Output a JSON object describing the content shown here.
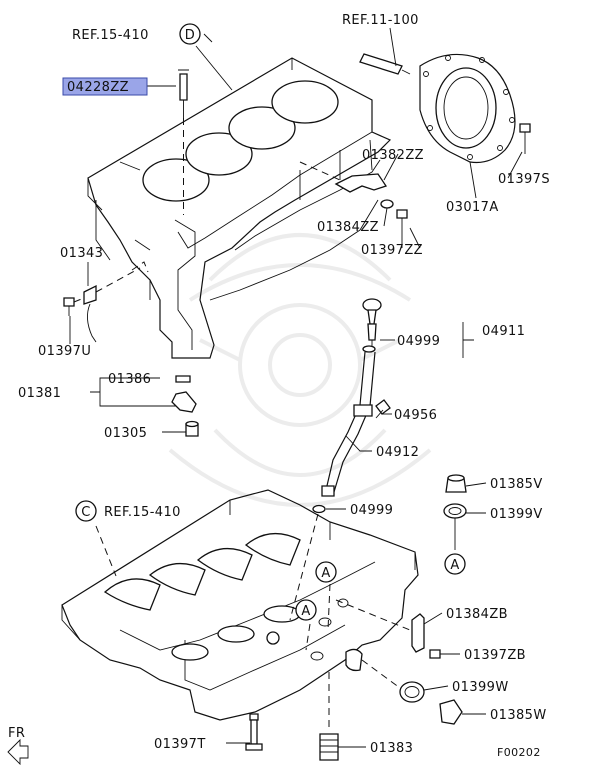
{
  "diagram": {
    "figure_code": "F00202",
    "direction_label": "FR",
    "highlight_color": "#9aa5e8",
    "refs": {
      "ref_15_410_top": "REF.15-410",
      "ref_15_410_bottom": "REF.15-410",
      "ref_11_100": "REF.11-100"
    },
    "markers": {
      "d": "D",
      "c": "C",
      "a1": "A",
      "a2": "A",
      "a3": "A"
    },
    "parts": {
      "p04228ZZ": "04228ZZ",
      "p01382ZZ": "01382ZZ",
      "p01397S": "01397S",
      "p03017A": "03017A",
      "p01384ZZ": "01384ZZ",
      "p01397ZZ": "01397ZZ",
      "p01343": "01343",
      "p01397U": "01397U",
      "p04911": "04911",
      "p04999a": "04999",
      "p01381": "01381",
      "p01386": "01386",
      "p04956": "04956",
      "p01305": "01305",
      "p04912": "04912",
      "p01385V": "01385V",
      "p04999b": "04999",
      "p01399V": "01399V",
      "p01384ZB": "01384ZB",
      "p01397ZB": "01397ZB",
      "p01399W": "01399W",
      "p01385W": "01385W",
      "p01397T": "01397T",
      "p01383": "01383"
    }
  }
}
